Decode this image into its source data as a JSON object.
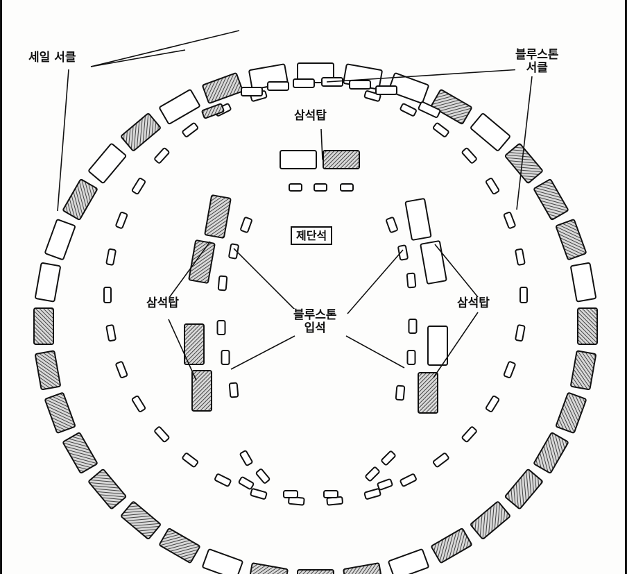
{
  "labels": {
    "sarsen_circle": "세일 서클",
    "bluestone_circle_line1": "블루스톤",
    "bluestone_circle_line2": "서클",
    "trilithon_top": "삼석탑",
    "altar_stone": "제단석",
    "trilithon_left": "삼석탑",
    "trilithon_right": "삼석탑",
    "bluestone_horseshoe_line1": "블루스톤",
    "bluestone_horseshoe_line2": "입석"
  },
  "colors": {
    "ink": "#111111",
    "hatch": "#6a6a6a",
    "paper": "#fdfdfc"
  }
}
